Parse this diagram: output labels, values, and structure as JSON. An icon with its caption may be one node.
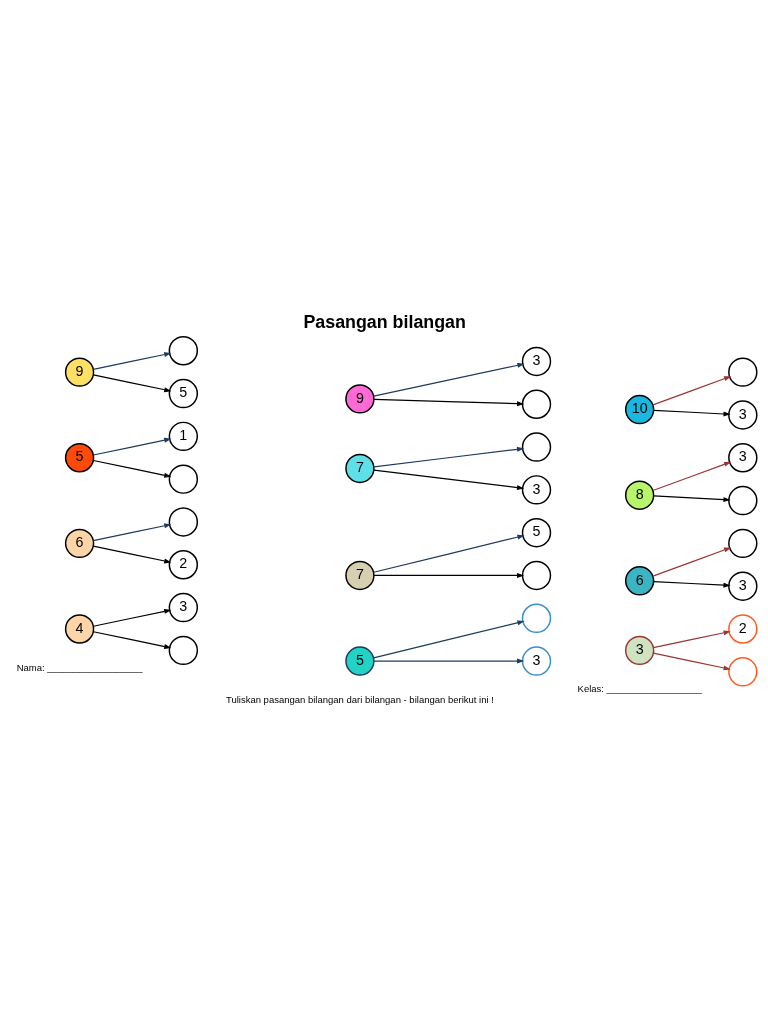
{
  "diagram": {
    "title": "Pasangan bilangan",
    "nodes": [
      {
        "text": [
          "4"
        ]
      },
      {
        "text": [
          "3"
        ]
      },
      {
        "text": [],
        "shape": "circle"
      },
      {
        "text": [
          "5"
        ]
      },
      {
        "text": [],
        "shape": "circle"
      },
      {
        "text": [
          "3"
        ]
      },
      {
        "text": [
          "3"
        ]
      },
      {
        "text": [
          "2"
        ]
      },
      {
        "text": [],
        "shape": "circle"
      },
      {
        "text": [
          "6"
        ]
      },
      {
        "text": [],
        "shape": "circle"
      },
      {
        "text": [
          "2"
        ]
      },
      {
        "text": [
          "7"
        ]
      },
      {
        "text": [
          "5"
        ]
      },
      {
        "text": [],
        "shape": "circle"
      },
      {
        "text": [
          "6"
        ]
      },
      {
        "text": [],
        "shape": "circle"
      },
      {
        "text": [
          "3"
        ]
      },
      {
        "text": [
          "5"
        ]
      },
      {
        "text": [
          "1"
        ]
      },
      {
        "text": [],
        "shape": "circle"
      },
      {
        "text": [
          "7"
        ]
      },
      {
        "text": [],
        "shape": "circle"
      },
      {
        "text": [
          "3"
        ]
      },
      {
        "text": [
          "8"
        ]
      },
      {
        "text": [
          "3"
        ]
      },
      {
        "text": [],
        "shape": "circle"
      },
      {
        "text": [
          "9"
        ]
      },
      {
        "text": [],
        "shape": "circle"
      },
      {
        "text": [
          "5"
        ]
      },
      {
        "text": [
          "9"
        ]
      },
      {
        "text": [
          "3"
        ]
      },
      {
        "text": [],
        "shape": "circle"
      },
      {
        "text": [
          "10"
        ]
      },
      {
        "text": [],
        "shape": "circle"
      },
      {
        "text": [
          "3"
        ]
      }
    ],
    "edges": [
      {
        "from": 0,
        "to": 1,
        "arrow": "to"
      },
      {
        "from": 0,
        "to": 2,
        "arrow": "to"
      },
      {
        "from": 3,
        "to": 4,
        "arrow": "to",
        "color": "#1f3a5f"
      },
      {
        "from": 3,
        "to": 5,
        "arrow": "to",
        "color": "#1f3a5f"
      },
      {
        "from": 6,
        "to": 7,
        "arrow": "to",
        "color": "#9b3535"
      },
      {
        "from": 6,
        "to": 8,
        "arrow": "to",
        "color": "#9b3535"
      },
      {
        "from": 9,
        "to": 10,
        "arrow": "to",
        "color": "#1f3a5f"
      },
      {
        "from": 9,
        "to": 11,
        "arrow": "to"
      },
      {
        "from": 12,
        "to": 13,
        "arrow": "to",
        "color": "#1f3a5f"
      },
      {
        "from": 12,
        "to": 14,
        "arrow": "to"
      },
      {
        "from": 15,
        "to": 16,
        "arrow": "to",
        "color": "#9b3535"
      },
      {
        "from": 15,
        "to": 17,
        "arrow": "to"
      },
      {
        "from": 18,
        "to": 19,
        "arrow": "to",
        "color": "#1f3a5f"
      },
      {
        "from": 18,
        "to": 20,
        "arrow": "to"
      },
      {
        "from": 21,
        "to": 22,
        "arrow": "to",
        "color": "#1f3a5f"
      },
      {
        "from": 21,
        "to": 23,
        "arrow": "to"
      },
      {
        "from": 24,
        "to": 25,
        "arrow": "to",
        "color": "#9b3535"
      },
      {
        "from": 24,
        "to": 26,
        "arrow": "to"
      },
      {
        "from": 27,
        "to": 28,
        "arrow": "to",
        "color": "#1f3a5f"
      },
      {
        "from": 27,
        "to": 29,
        "arrow": "to"
      },
      {
        "from": 30,
        "to": 31,
        "arrow": "to",
        "color": "#1f3a5f"
      },
      {
        "from": 30,
        "to": 32,
        "arrow": "to"
      },
      {
        "from": 33,
        "to": 34,
        "arrow": "to",
        "color": "#9b3535"
      },
      {
        "from": 33,
        "to": 35,
        "arrow": "to"
      }
    ],
    "labels": [
      "Nama: __________________",
      "Kelas: __________________",
      "Tuliskan pasangan bilangan dari bilangan - bilangan berikut ini !"
    ]
  }
}
